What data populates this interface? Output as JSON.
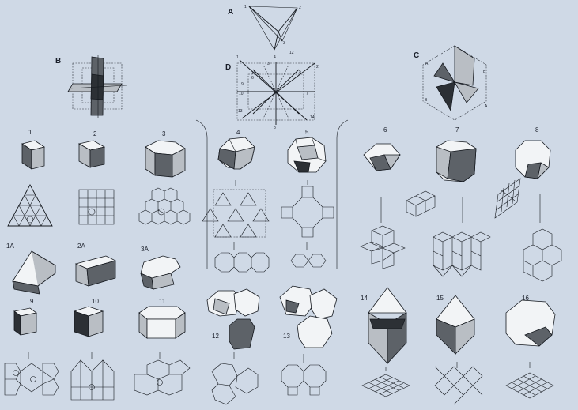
{
  "title": "",
  "diagram_labels": {
    "A": "A",
    "B": "B",
    "C": "C",
    "D": "D"
  },
  "axis_numbers_A": [
    "1",
    "2",
    "3"
  ],
  "axis_numbers_D": [
    "1",
    "2",
    "3",
    "4",
    "5",
    "6",
    "7",
    "8",
    "9",
    "10",
    "11",
    "12",
    "13",
    "14"
  ],
  "axis_letters_C": [
    "A",
    "A",
    "B",
    "B"
  ],
  "row1_labels": [
    "1",
    "2",
    "3",
    "4",
    "5",
    "6",
    "7",
    "8"
  ],
  "row2_labels": [
    "1A",
    "2A",
    "3A"
  ],
  "row3_labels": [
    "9",
    "10",
    "11",
    "12",
    "13",
    "14",
    "15",
    "16"
  ],
  "colors": {
    "background": "#cfd9e6",
    "ink": "#15191f",
    "shade_dark": "#2c3035",
    "shade_mid": "#5d6268",
    "shade_light": "#b9bec4"
  }
}
